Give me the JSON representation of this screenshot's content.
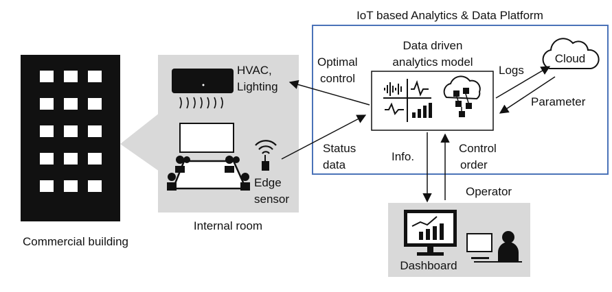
{
  "platform": {
    "title": "IoT based Analytics  & Data Platform",
    "model_label": [
      "Data driven",
      "analytics model"
    ],
    "cloud_label": "Cloud"
  },
  "building": {
    "label": "Commercial building"
  },
  "room": {
    "label": "Internal  room",
    "hvac_label": [
      "HVAC,",
      "Lighting"
    ],
    "sensor_label": [
      "Edge",
      "sensor"
    ]
  },
  "flows": {
    "optimal_control": [
      "Optimal",
      "control"
    ],
    "status_data": [
      "Status",
      "data"
    ],
    "logs": "Logs",
    "parameter": "Parameter",
    "info": "Info.",
    "control_order": [
      "Control",
      "order"
    ]
  },
  "operator": {
    "label": "Operator",
    "dashboard_label": "Dashboard"
  },
  "colors": {
    "platform_border": "#4a72b8",
    "gray_panel": "#d9d9d9",
    "ink": "#111111"
  }
}
